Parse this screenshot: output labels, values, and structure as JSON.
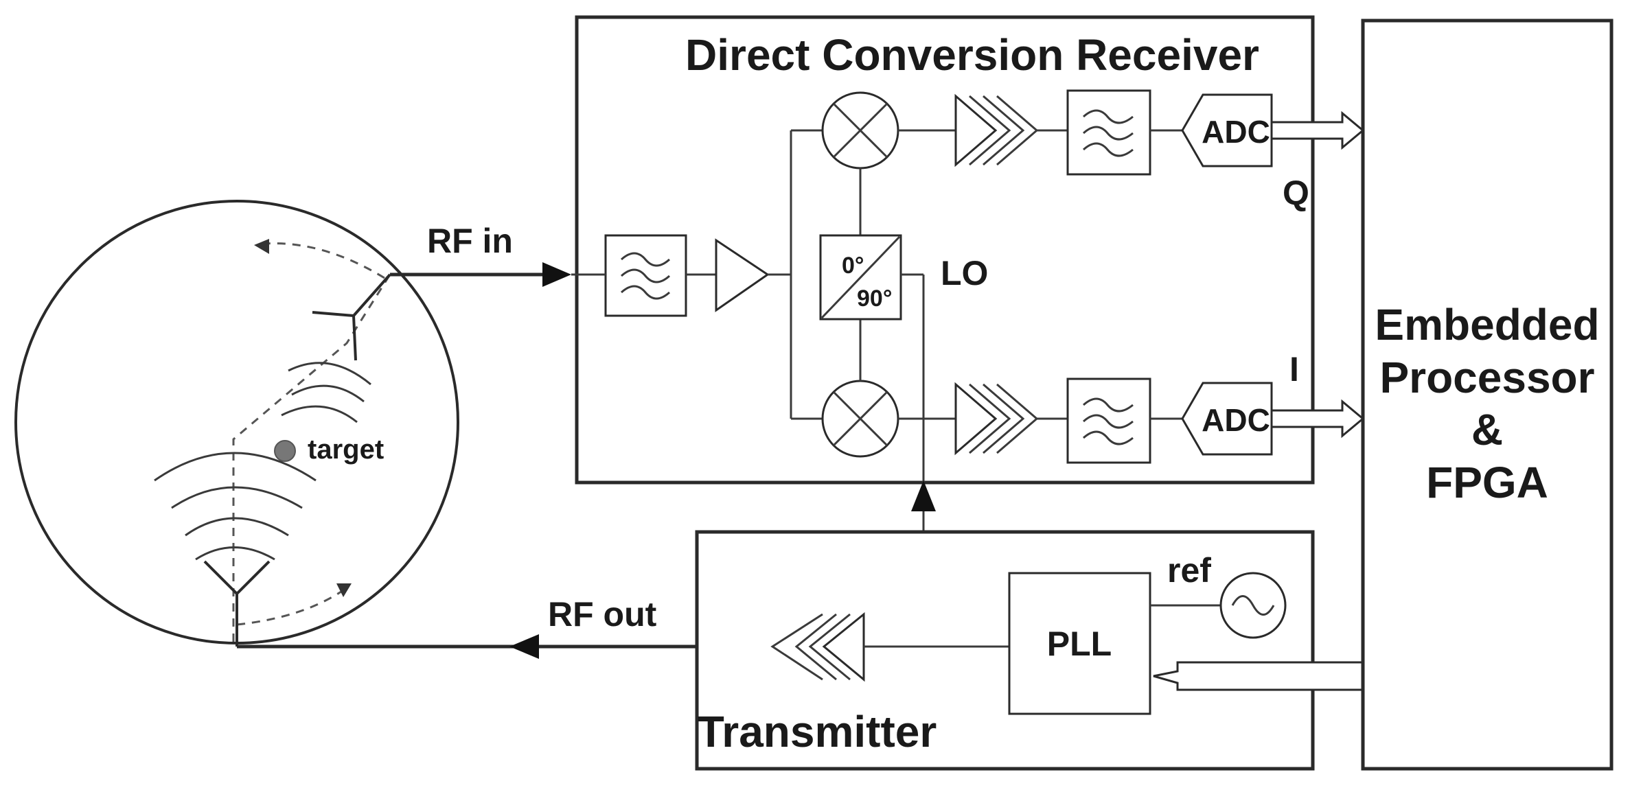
{
  "receiver": {
    "title": "Direct Conversion Receiver",
    "phase_top": "0°",
    "phase_bottom": "90°",
    "lo_label": "LO",
    "adc_top": "ADC",
    "adc_bottom": "ADC",
    "q_label": "Q",
    "i_label": "I"
  },
  "signals": {
    "rf_in": "RF in",
    "rf_out": "RF out",
    "target": "target"
  },
  "transmitter": {
    "title": "Transmitter",
    "pll": "PLL",
    "ref": "ref"
  },
  "processor": {
    "line1": "Embedded",
    "line2": "Processor",
    "line3": "&",
    "line4": "FPGA"
  }
}
